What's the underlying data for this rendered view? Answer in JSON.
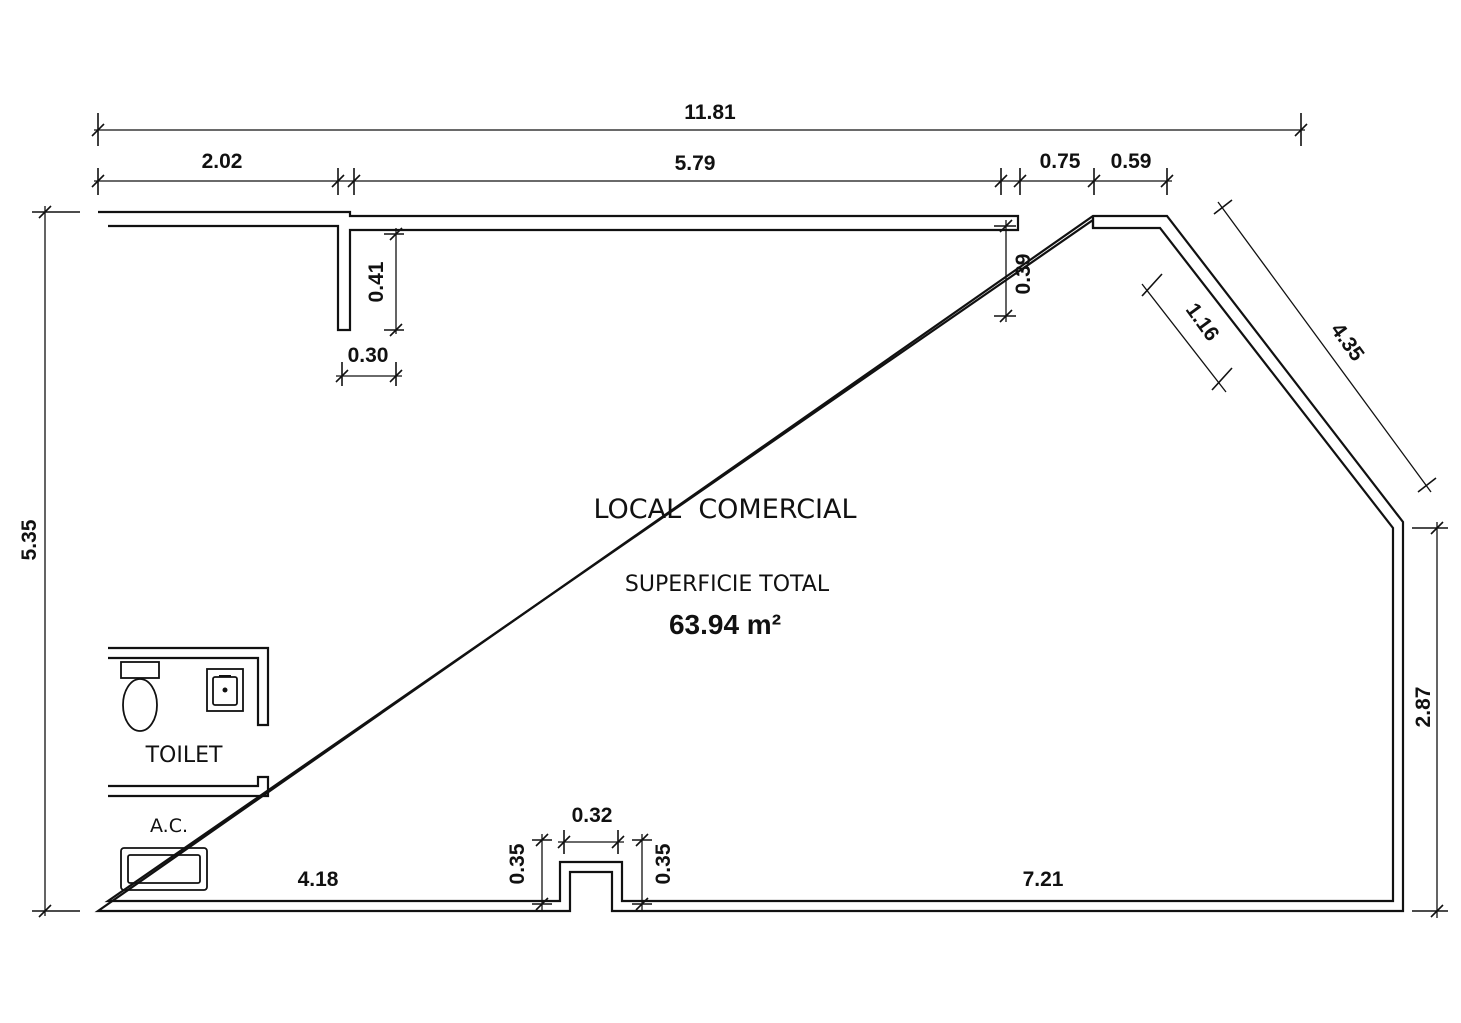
{
  "room": {
    "name": "LOCAL  COMERCIAL",
    "area_label": "SUPERFICIE TOTAL",
    "area_value": "63.94 m²"
  },
  "toilet_label": "TOILET",
  "ac_label": "A.C.",
  "dimensions": {
    "total_width": "11.81",
    "seg_left": "2.02",
    "seg_middle": "5.79",
    "seg_door": "0.75",
    "seg_right": "0.59",
    "left_height": "5.35",
    "stub_depth": "0.41",
    "stub_offset": "0.30",
    "right_stub_depth": "0.39",
    "diagonal_outer": "4.35",
    "diagonal_inner": "1.16",
    "right_height": "2.87",
    "bottom_left": "4.18",
    "notch_width": "0.32",
    "notch_depth_left": "0.35",
    "notch_depth_right": "0.35",
    "bottom_right": "7.21"
  }
}
